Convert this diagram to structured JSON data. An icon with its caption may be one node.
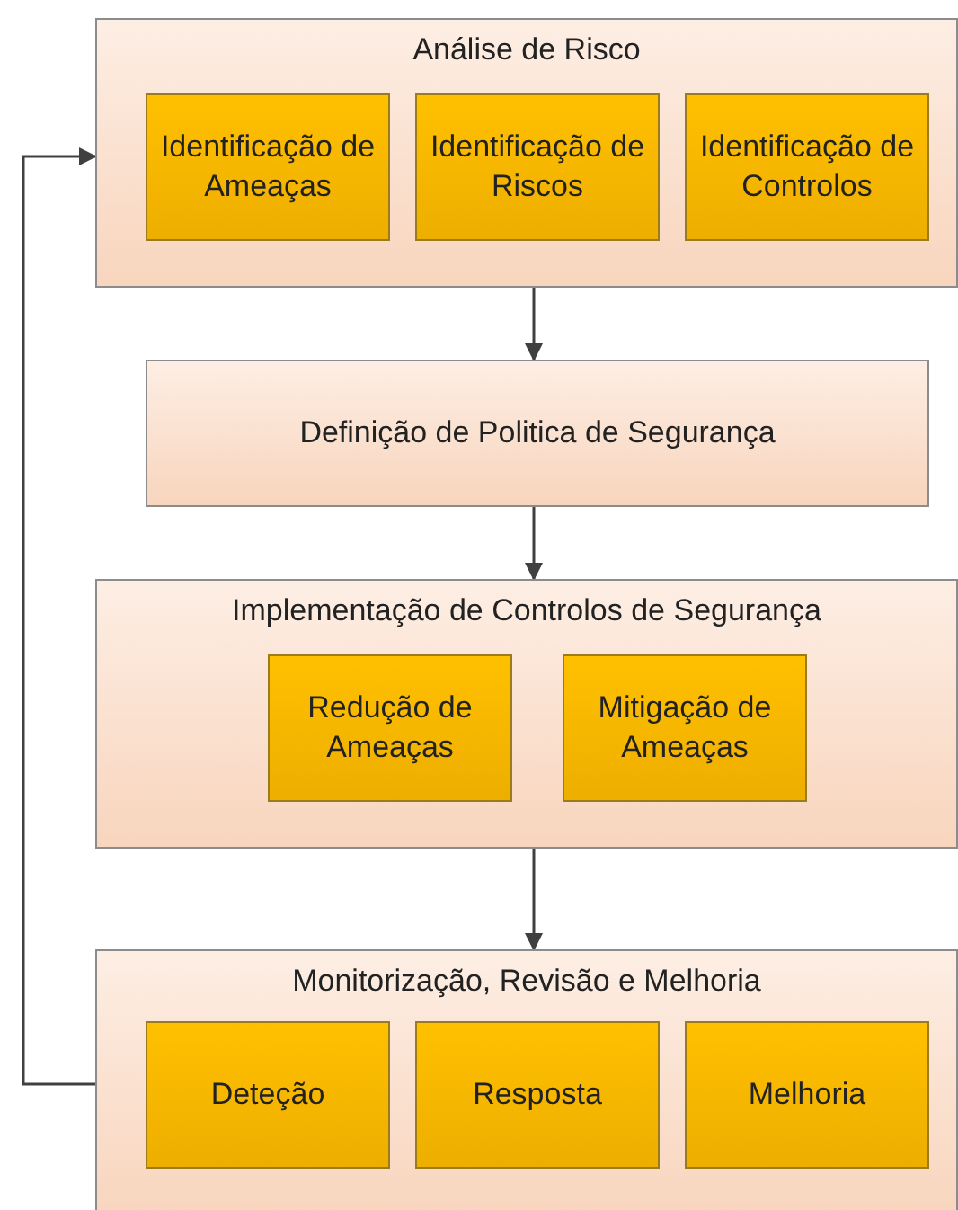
{
  "diagram": {
    "nodes": [
      {
        "text": [
          "Análise de Risco"
        ]
      },
      {
        "text": [
          "Identificação de Ameaças"
        ],
        "in": 0
      },
      {
        "text": [
          "Identificação de Riscos"
        ],
        "in": 0
      },
      {
        "text": [
          "Identificação de Controlos"
        ],
        "in": 0
      },
      {
        "text": [
          "Definição de Politica de Segurança"
        ]
      },
      {
        "text": [
          "Implementação de Controlos de Segurança"
        ]
      },
      {
        "text": [
          "Redução de Ameaças"
        ],
        "in": 5
      },
      {
        "text": [
          "Mitigação de Ameaças"
        ],
        "in": 5
      },
      {
        "text": [
          "Monitorização, Revisão e Melhoria"
        ]
      },
      {
        "text": [
          "Deteção"
        ],
        "in": 8
      },
      {
        "text": [
          "Resposta"
        ],
        "in": 8
      },
      {
        "text": [
          "Melhoria"
        ],
        "in": 8
      }
    ],
    "edges": [
      {
        "from": 0,
        "to": 4,
        "arrow": "to"
      },
      {
        "from": 4,
        "to": 5,
        "arrow": "to"
      },
      {
        "from": 5,
        "to": 8,
        "arrow": "to"
      },
      {
        "from": 8,
        "to": 0,
        "arrow": "to"
      }
    ]
  }
}
